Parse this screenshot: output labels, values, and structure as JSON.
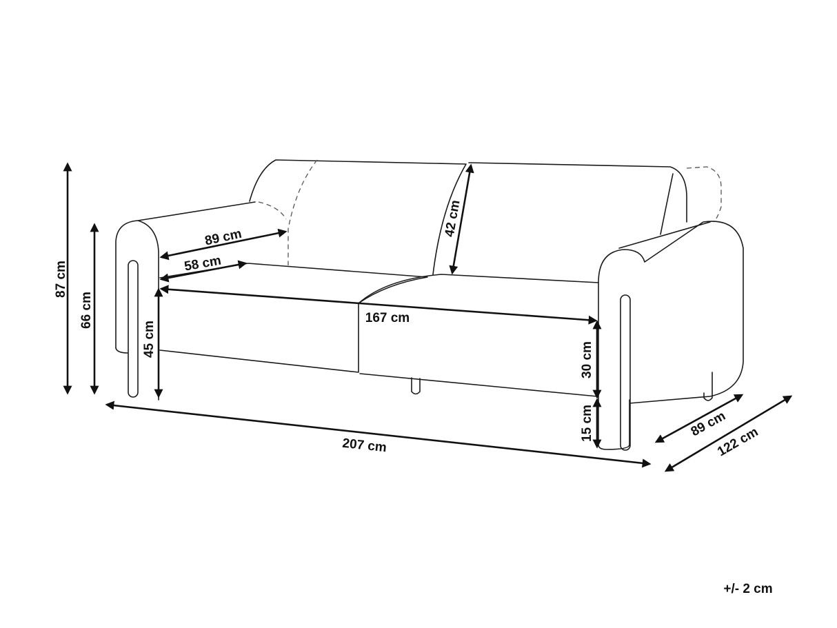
{
  "diagram": {
    "subject": "sofa",
    "dimensions": {
      "total_height": "87 cm",
      "armrest_height": "66 cm",
      "seat_height": "45 cm",
      "seat_depth_total": "89 cm",
      "seat_depth_usable": "58 cm",
      "backrest_height": "42 cm",
      "seat_width": "167 cm",
      "seat_thickness": "30 cm",
      "leg_height": "15 cm",
      "total_width": "207 cm",
      "total_depth": "89 cm",
      "depth_with_extension": "122 cm"
    },
    "tolerance": "+/- 2 cm"
  }
}
